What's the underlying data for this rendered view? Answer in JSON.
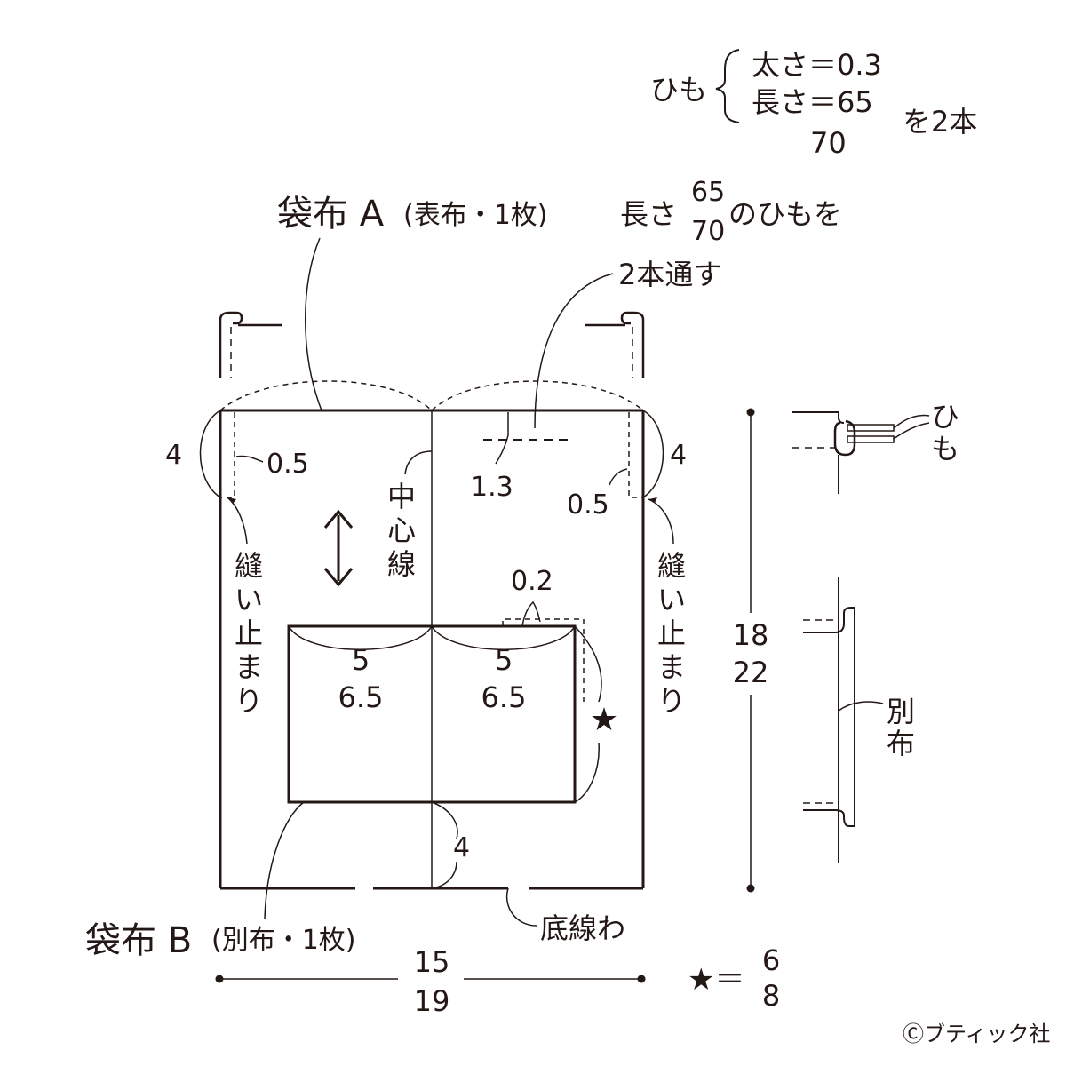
{
  "cord_spec": {
    "cord": "ひも",
    "thickness": "太さ＝0.3",
    "length": "長さ＝65",
    "length_alt": "70",
    "count": "を2本"
  },
  "labels": {
    "bag_a_title": "袋布 A",
    "bag_a_sub": "(表布・1枚)",
    "bag_b_title": "袋布 B",
    "bag_b_sub": "(別布・1枚)",
    "thread_prefix": "長さ",
    "thread_len_small": "65",
    "thread_len_large": "70",
    "thread_suffix": "のひもを",
    "thread_count": "2本通す",
    "center_line": [
      "中",
      "心",
      "線"
    ],
    "stitch_stop": [
      "縫",
      "い",
      "止",
      "ま",
      "り"
    ],
    "bottom_fold": "底線わ",
    "cord_detail": [
      "ひ",
      "も"
    ],
    "other_fabric": [
      "別",
      "布"
    ]
  },
  "dims": {
    "d_4_left": "4",
    "d_4_right": "4",
    "d_05_left": "0.5",
    "d_05_right": "0.5",
    "d_13": "1.3",
    "d_02": "0.2",
    "pocket_w_small": "5",
    "pocket_w_large": "6.5",
    "d_4_bottom": "4",
    "height_small": "18",
    "height_large": "22",
    "width_small": "15",
    "width_large": "19",
    "star": "★",
    "star_eq": "★＝",
    "star_small": "6",
    "star_large": "8"
  },
  "copyright": "Ⓒブティック社"
}
